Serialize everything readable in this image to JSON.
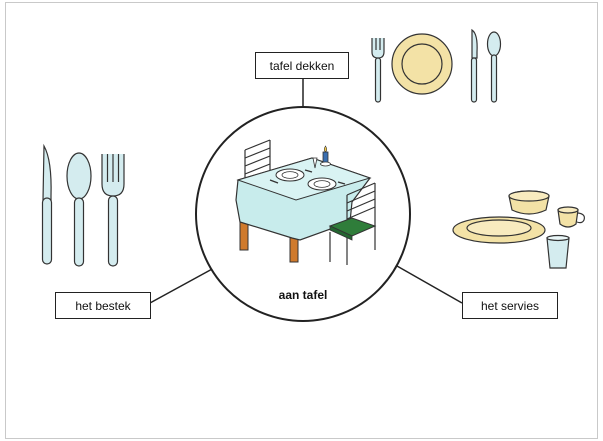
{
  "diagram": {
    "center": {
      "label": "aan tafel"
    },
    "nodes": {
      "top": {
        "label": "tafel dekken"
      },
      "left": {
        "label": "het bestek"
      },
      "right": {
        "label": "het servies"
      }
    }
  },
  "icons": [
    "table-setting-illustration",
    "place-setting-illustration",
    "cutlery-illustration",
    "tableware-illustration"
  ],
  "colors": {
    "line": "#222222",
    "cutlery_fill": "#d4ecef",
    "plate_fill": "#f3e2a6",
    "tablecloth": "#c8ecec",
    "chair_green": "#2f7d3a",
    "table_legs": "#d07a2c"
  }
}
